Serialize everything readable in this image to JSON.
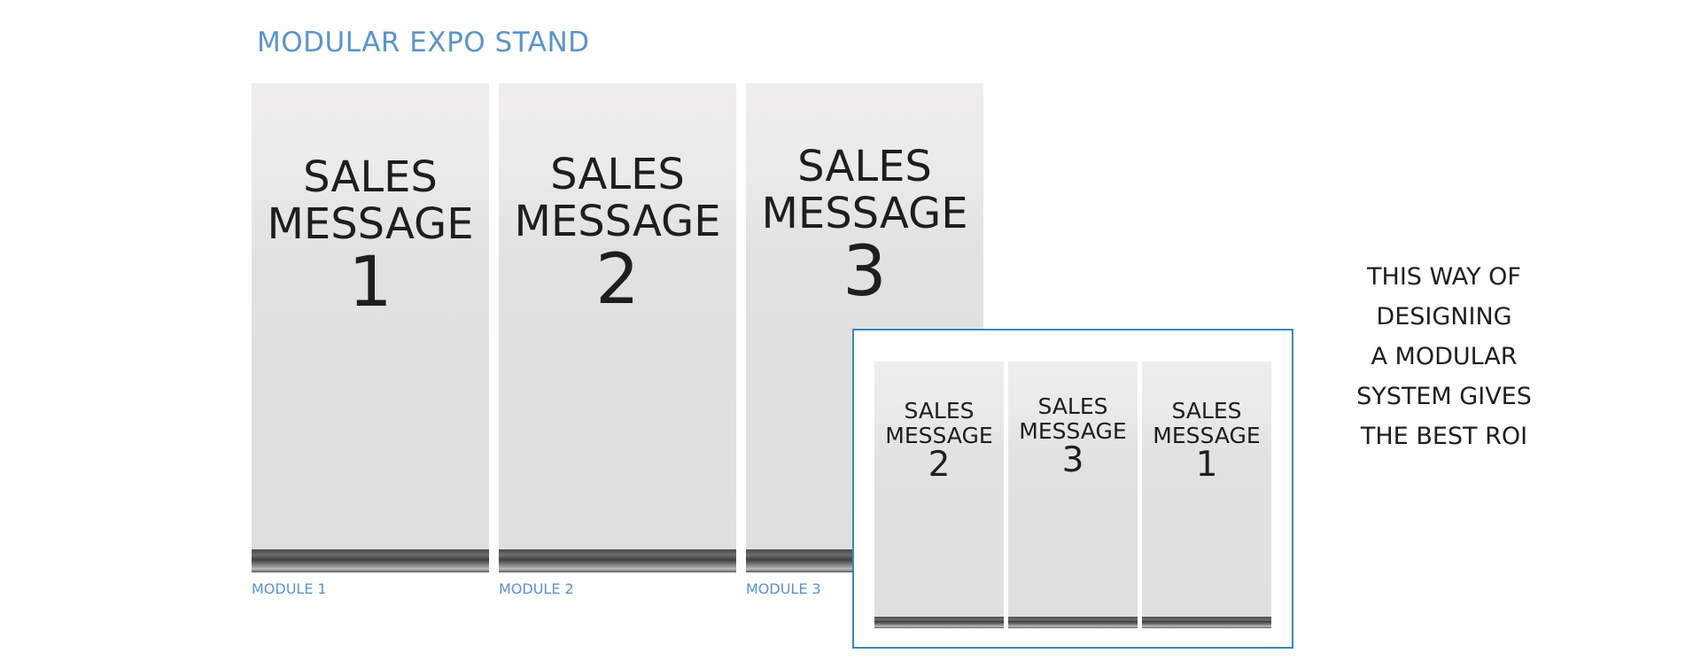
{
  "title": "MODULAR EXPO STAND",
  "big_modules": [
    {
      "line1": "SALES",
      "line2": "MESSAGE",
      "number": "1",
      "label": "MODULE 1"
    },
    {
      "line1": "SALES",
      "line2": "MESSAGE",
      "number": "2",
      "label": "MODULE 2"
    },
    {
      "line1": "SALES",
      "line2": "MESSAGE",
      "number": "3",
      "label": "MODULE 3"
    }
  ],
  "rearranged_modules": [
    {
      "line1": "SALES",
      "line2": "MESSAGE",
      "number": "2"
    },
    {
      "line1": "SALES",
      "line2": "MESSAGE",
      "number": "3"
    },
    {
      "line1": "SALES",
      "line2": "MESSAGE",
      "number": "1"
    }
  ],
  "side_text": {
    "line1": "THIS WAY OF",
    "line2": "DESIGNING",
    "line3": "A MODULAR",
    "line4": "SYSTEM GIVES",
    "line5": "THE BEST ROI"
  },
  "colors": {
    "accent": "#5b94cf",
    "inset_border": "#3b88bd",
    "panel_top": "#efeded",
    "panel_bottom": "#dfdfdf",
    "base": "#4a4a4a"
  }
}
